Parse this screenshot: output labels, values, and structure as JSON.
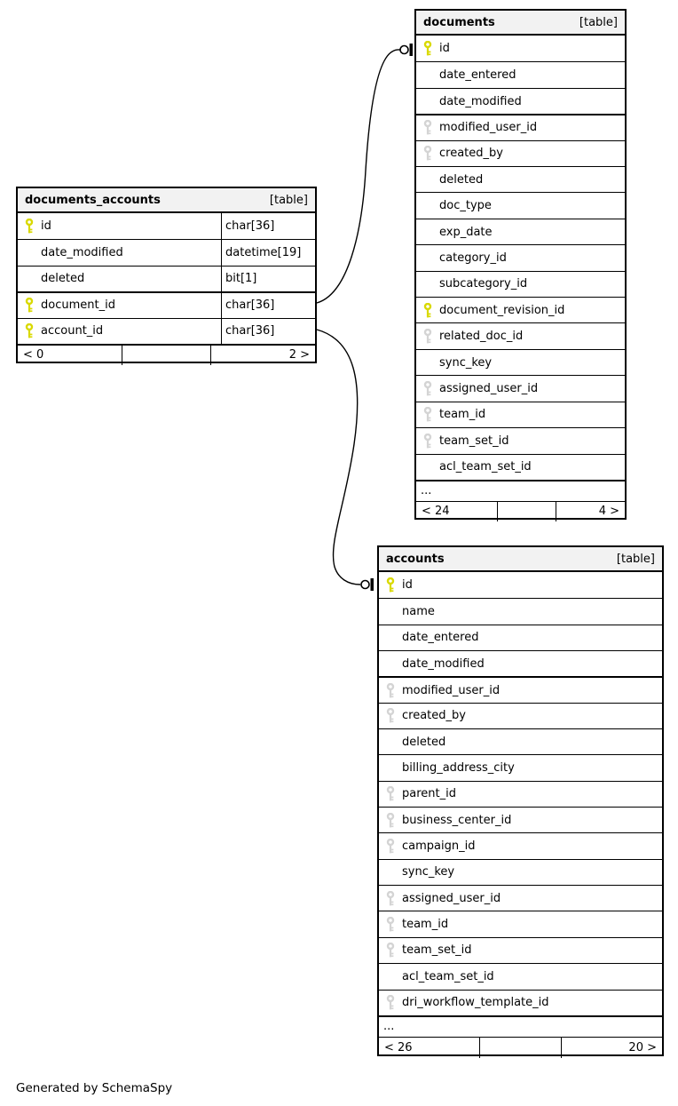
{
  "page": {
    "credit": "Generated by SchemaSpy"
  },
  "colors": {
    "primary_key": "#d9d900",
    "foreign_key": "#d4d4d4",
    "header_bg": "#f2f2f2",
    "border": "#000000"
  },
  "icons": {
    "primary_key_icon": "yellow-key-icon",
    "foreign_key_icon": "gray-key-icon"
  },
  "tables": [
    {
      "id": "documents_accounts",
      "title": "documents_accounts",
      "badge": "[table]",
      "columns": [
        {
          "name": "id",
          "type": "char[36]",
          "key": "pk"
        },
        {
          "name": "date_modified",
          "type": "datetime[19]",
          "key": "none"
        },
        {
          "name": "deleted",
          "type": "bit[1]",
          "key": "none"
        },
        {
          "name": "document_id",
          "type": "char[36]",
          "key": "pk",
          "sep": true
        },
        {
          "name": "account_id",
          "type": "char[36]",
          "key": "pk"
        }
      ],
      "footer": {
        "left": "< 0",
        "middle": "",
        "right": "2 >"
      }
    },
    {
      "id": "documents",
      "title": "documents",
      "badge": "[table]",
      "columns": [
        {
          "name": "id",
          "key": "pk"
        },
        {
          "name": "date_entered",
          "key": "none"
        },
        {
          "name": "date_modified",
          "key": "none"
        },
        {
          "name": "modified_user_id",
          "key": "fk",
          "sep": true
        },
        {
          "name": "created_by",
          "key": "fk"
        },
        {
          "name": "deleted",
          "key": "none"
        },
        {
          "name": "doc_type",
          "key": "none"
        },
        {
          "name": "exp_date",
          "key": "none"
        },
        {
          "name": "category_id",
          "key": "none"
        },
        {
          "name": "subcategory_id",
          "key": "none"
        },
        {
          "name": "document_revision_id",
          "key": "pk"
        },
        {
          "name": "related_doc_id",
          "key": "fk"
        },
        {
          "name": "sync_key",
          "key": "none"
        },
        {
          "name": "assigned_user_id",
          "key": "fk"
        },
        {
          "name": "team_id",
          "key": "fk"
        },
        {
          "name": "team_set_id",
          "key": "fk"
        },
        {
          "name": "acl_team_set_id",
          "key": "none"
        },
        {
          "name": "...",
          "key": "none",
          "ellipsis": true
        }
      ],
      "footer": {
        "left": "< 24",
        "middle": "",
        "right": "4 >"
      }
    },
    {
      "id": "accounts",
      "title": "accounts",
      "badge": "[table]",
      "columns": [
        {
          "name": "id",
          "key": "pk"
        },
        {
          "name": "name",
          "key": "none"
        },
        {
          "name": "date_entered",
          "key": "none"
        },
        {
          "name": "date_modified",
          "key": "none"
        },
        {
          "name": "modified_user_id",
          "key": "fk",
          "sep": true
        },
        {
          "name": "created_by",
          "key": "fk"
        },
        {
          "name": "deleted",
          "key": "none"
        },
        {
          "name": "billing_address_city",
          "key": "none"
        },
        {
          "name": "parent_id",
          "key": "fk"
        },
        {
          "name": "business_center_id",
          "key": "fk"
        },
        {
          "name": "campaign_id",
          "key": "fk"
        },
        {
          "name": "sync_key",
          "key": "none"
        },
        {
          "name": "assigned_user_id",
          "key": "fk"
        },
        {
          "name": "team_id",
          "key": "fk"
        },
        {
          "name": "team_set_id",
          "key": "fk"
        },
        {
          "name": "acl_team_set_id",
          "key": "none"
        },
        {
          "name": "dri_workflow_template_id",
          "key": "fk"
        },
        {
          "name": "...",
          "key": "none",
          "ellipsis": true
        }
      ],
      "footer": {
        "left": "< 26",
        "middle": "",
        "right": "20 >"
      }
    }
  ],
  "relationships": [
    {
      "from": "documents_accounts.document_id",
      "to": "documents.id"
    },
    {
      "from": "documents_accounts.account_id",
      "to": "accounts.id"
    }
  ]
}
